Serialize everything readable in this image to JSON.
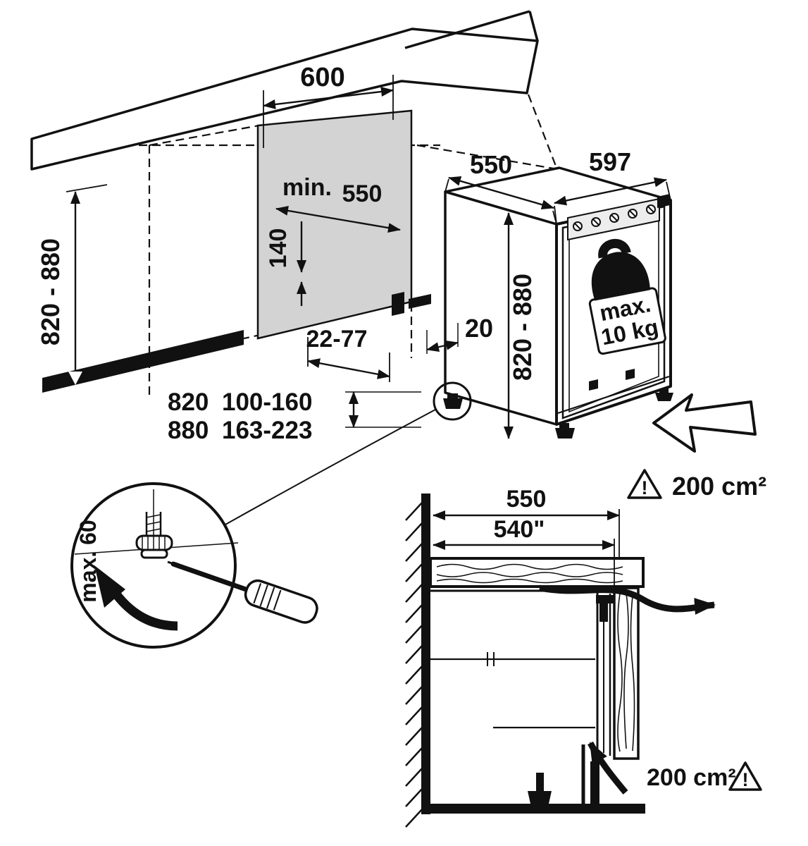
{
  "top": {
    "counter_depth": "600",
    "min_label": "min.",
    "min_value": "550",
    "plinth_height": "140",
    "niche_height": "820 - 880",
    "plinth_recess": "22-77",
    "rear_gap": "20",
    "table": {
      "rows": [
        {
          "h": "820",
          "r": "100-160"
        },
        {
          "h": "880",
          "r": "163-223"
        }
      ]
    }
  },
  "appliance": {
    "depth": "550",
    "width": "597",
    "height": "820 - 880",
    "door_load_l1": "max.",
    "door_load_l2": "10 kg"
  },
  "vent_top_area": "200 cm²",
  "foot_adjust": "max. 60",
  "section": {
    "niche_depth": "550",
    "clear_depth": "540\"",
    "vent_area": "200 cm²"
  },
  "icons": {
    "warning_mark": "!"
  }
}
